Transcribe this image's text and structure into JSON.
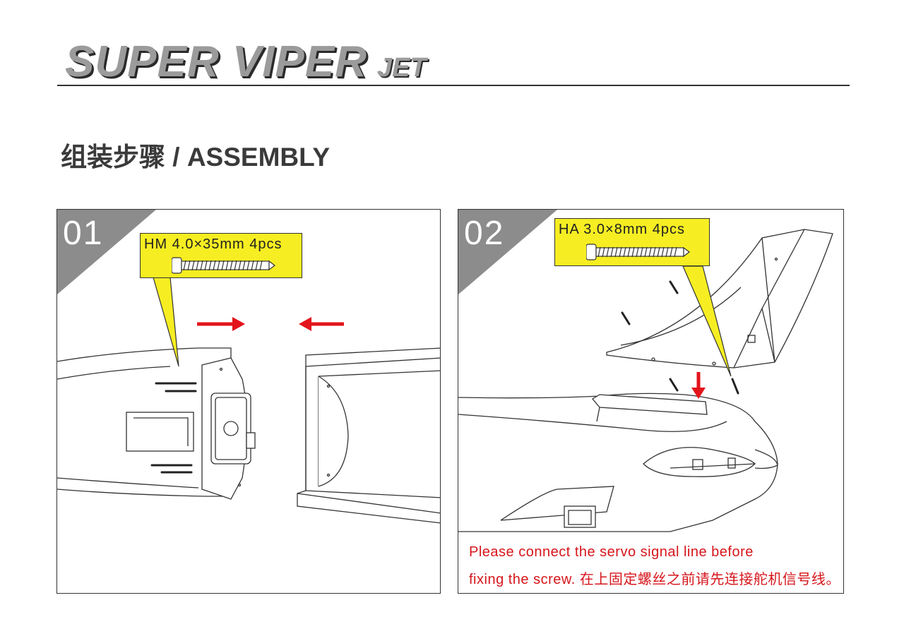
{
  "header": {
    "brand_main": "SUPER VIPER",
    "brand_sub": "JET",
    "section_title": "组装步骤 / ASSEMBLY"
  },
  "steps": [
    {
      "number": "01",
      "callout": "HM 4.0×35mm 4pcs"
    },
    {
      "number": "02",
      "callout": "HA 3.0×8mm 4pcs",
      "note_line1": "Please connect the servo signal line before",
      "note_line2": "fixing the screw. 在上固定螺丝之前请先连接舵机信号线。"
    }
  ],
  "colors": {
    "callout_yellow": "#f6ee22",
    "arrow_red": "#e3141b",
    "step_badge": "#8c8c8c",
    "brand_gray": "#9b9b9b"
  }
}
